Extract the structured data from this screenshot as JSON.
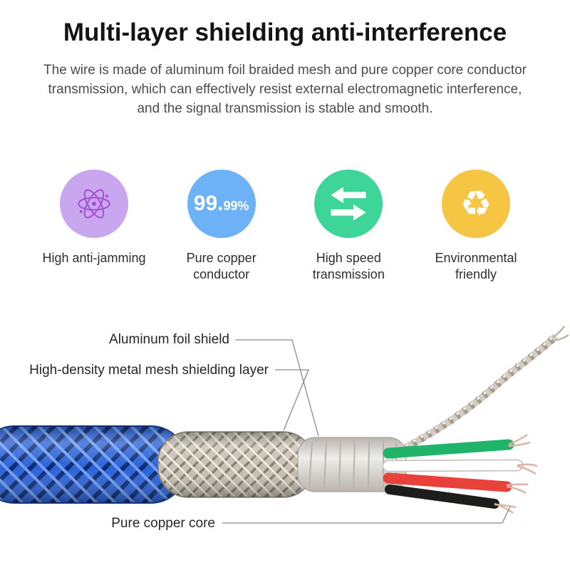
{
  "header": {
    "title": "Multi-layer shielding anti-interference",
    "description": "The wire is made of aluminum foil braided mesh and pure copper core conductor transmission, which can effectively resist external electromagnetic interference, and the signal transmission is stable and smooth."
  },
  "features": [
    {
      "label": "High anti-jamming",
      "icon": "atom-icon",
      "circle_color": "#c9a7ef",
      "icon_color": "#a44fd0"
    },
    {
      "label": "Pure copper\nconductor",
      "icon": "purity-badge",
      "value_major": "99.",
      "value_minor": "99%",
      "circle_color": "#6db1f7",
      "icon_color": "#ffffff"
    },
    {
      "label": "High speed\ntransmission",
      "icon": "transfer-arrows-icon",
      "circle_color": "#3ed598",
      "icon_color": "#ffffff"
    },
    {
      "label": "Environmental friendly",
      "icon": "recycle-icon",
      "glyph": "♻",
      "circle_color": "#f6c544",
      "icon_color": "#ffffff"
    }
  ],
  "diagram": {
    "labels": {
      "foil": "Aluminum foil shield",
      "mesh": "High-density metal mesh shielding layer",
      "core": "Pure copper core"
    },
    "cable": {
      "jacket_color": "#2a62d8",
      "jacket_dark": "#0a2a70",
      "jacket_light": "#6e9df2",
      "mesh_color": "#c6bfb2",
      "mesh_dark": "#857d6f",
      "mesh_light": "#efe9df",
      "foil_light": "#efedea",
      "foil_dark": "#b9b5ae",
      "wire_colors": [
        "#1fb46a",
        "#ffffff",
        "#e8403a",
        "#1d1d1b"
      ],
      "copper_color": "#dfb3a6",
      "drain_color": "#d2ccc1",
      "line_color": "#8a8a8a"
    }
  }
}
